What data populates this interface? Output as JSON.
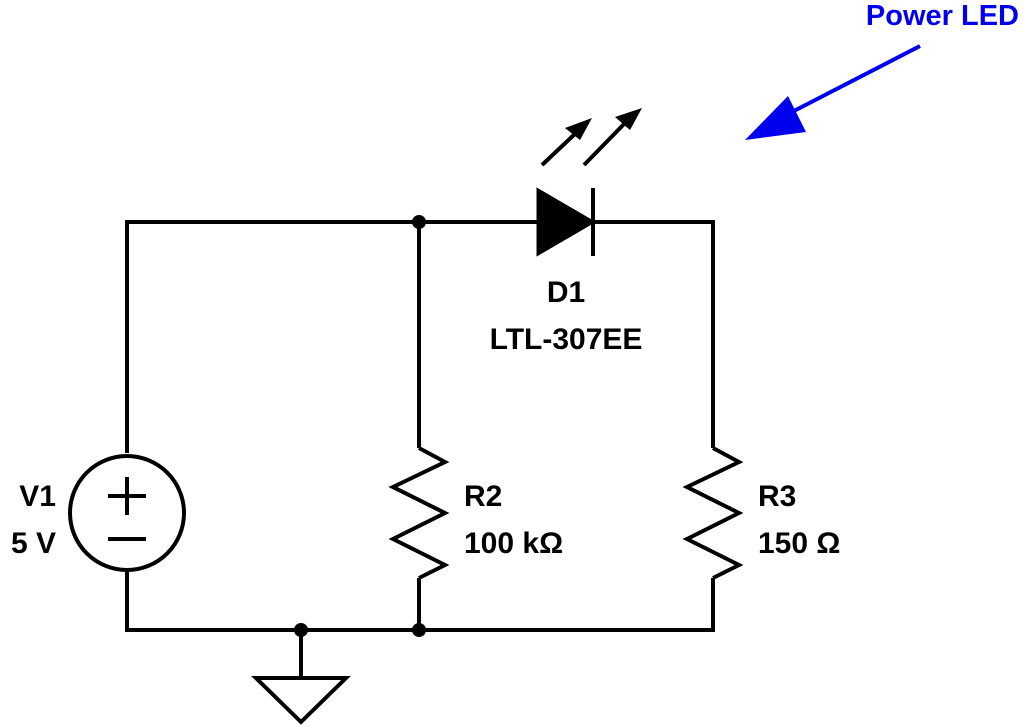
{
  "components": {
    "v1": {
      "ref": "V1",
      "value": "5 V",
      "plus": "+",
      "minus": "−"
    },
    "r2": {
      "ref": "R2",
      "value": "100 kΩ"
    },
    "r3": {
      "ref": "R3",
      "value": "150 Ω"
    },
    "d1": {
      "ref": "D1",
      "value": "LTL-307EE"
    }
  },
  "callout": {
    "text": "Power LED",
    "color": "#0000ee"
  },
  "colors": {
    "wire": "#000000",
    "background": "#ffffff"
  }
}
